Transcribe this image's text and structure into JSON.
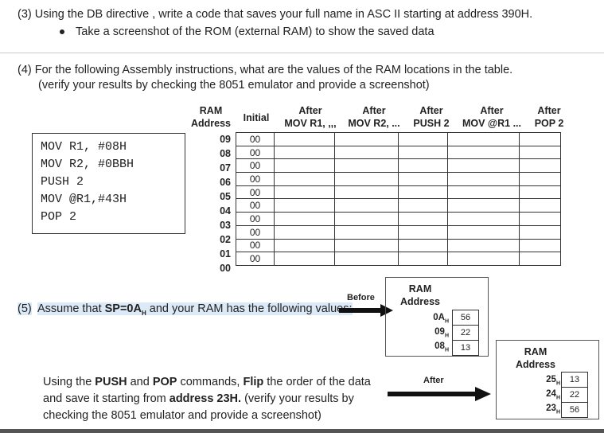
{
  "q3": {
    "text": "(3)  Using the DB directive , write a code that saves your full name in ASC II starting at address 390H.",
    "bullet": "Take a screenshot of the ROM (external RAM) to show the saved data"
  },
  "q4": {
    "line1": "(4)  For the following Assembly instructions, what are the values of the RAM locations in the table.",
    "line2": "(verify your results by checking the 8051 emulator and provide a screenshot)",
    "code": [
      "MOV R1,  #08H",
      "MOV R2,  #0BBH",
      "PUSH 2",
      "MOV @R1,#43H",
      "POP 2"
    ],
    "headers": {
      "ram": [
        "RAM",
        "Address"
      ],
      "initial": "Initial",
      "cols": [
        [
          "After",
          "MOV R1, ,,,"
        ],
        [
          "After",
          "MOV R2, ..."
        ],
        [
          "After",
          "PUSH 2"
        ],
        [
          "After",
          "MOV @R1 ..."
        ],
        [
          "After",
          "POP 2"
        ]
      ]
    },
    "addresses": [
      "09",
      "08",
      "07",
      "06",
      "05",
      "04",
      "03",
      "02",
      "01",
      "00"
    ],
    "initial_values": [
      "00",
      "00",
      "00",
      "00",
      "00",
      "00",
      "00",
      "00",
      "00",
      "00"
    ]
  },
  "q5": {
    "prefix": "(5)",
    "sp_pre": "Assume that ",
    "sp": "SP=0A",
    "sp_sub": "H",
    "sp_post": " and your RAM has the following values:",
    "before_label": "Before",
    "after_label": "After",
    "ram_header": [
      "RAM",
      "Address"
    ],
    "before_rows": [
      {
        "addr": "0A",
        "sub": "H",
        "val": "56"
      },
      {
        "addr": "09",
        "sub": "H",
        "val": "22"
      },
      {
        "addr": "08",
        "sub": "H",
        "val": "13"
      }
    ],
    "after_rows": [
      {
        "addr": "25",
        "sub": "H",
        "val": "13"
      },
      {
        "addr": "24",
        "sub": "H",
        "val": "22"
      },
      {
        "addr": "23",
        "sub": "H",
        "val": "56"
      }
    ],
    "flip": {
      "l1a": "Using the ",
      "l1b": "PUSH",
      "l1c": " and ",
      "l1d": "POP",
      "l1e": " commands, ",
      "l1f": "Flip",
      "l1g": " the order of the data",
      "l2a": "and save it starting from ",
      "l2b": "address 23H.",
      "l2c": " (verify your results by",
      "l3": "checking the 8051 emulator and provide a screenshot)"
    }
  }
}
